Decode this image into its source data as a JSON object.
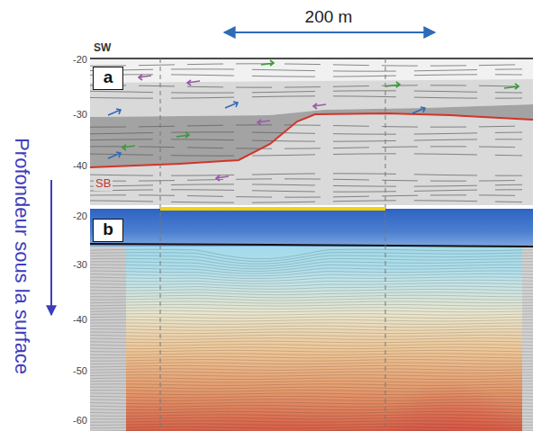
{
  "diagram": {
    "nodes": [
      {
        "text": [
          "a"
        ]
      },
      {
        "text": [
          "b"
        ]
      }
    ],
    "labels": [
      "200 m",
      "Profondeur sous la surface",
      "SW",
      "-20",
      "-30",
      "-40",
      "SB",
      "-20",
      "-30",
      "-40",
      "-50",
      "-60"
    ]
  }
}
